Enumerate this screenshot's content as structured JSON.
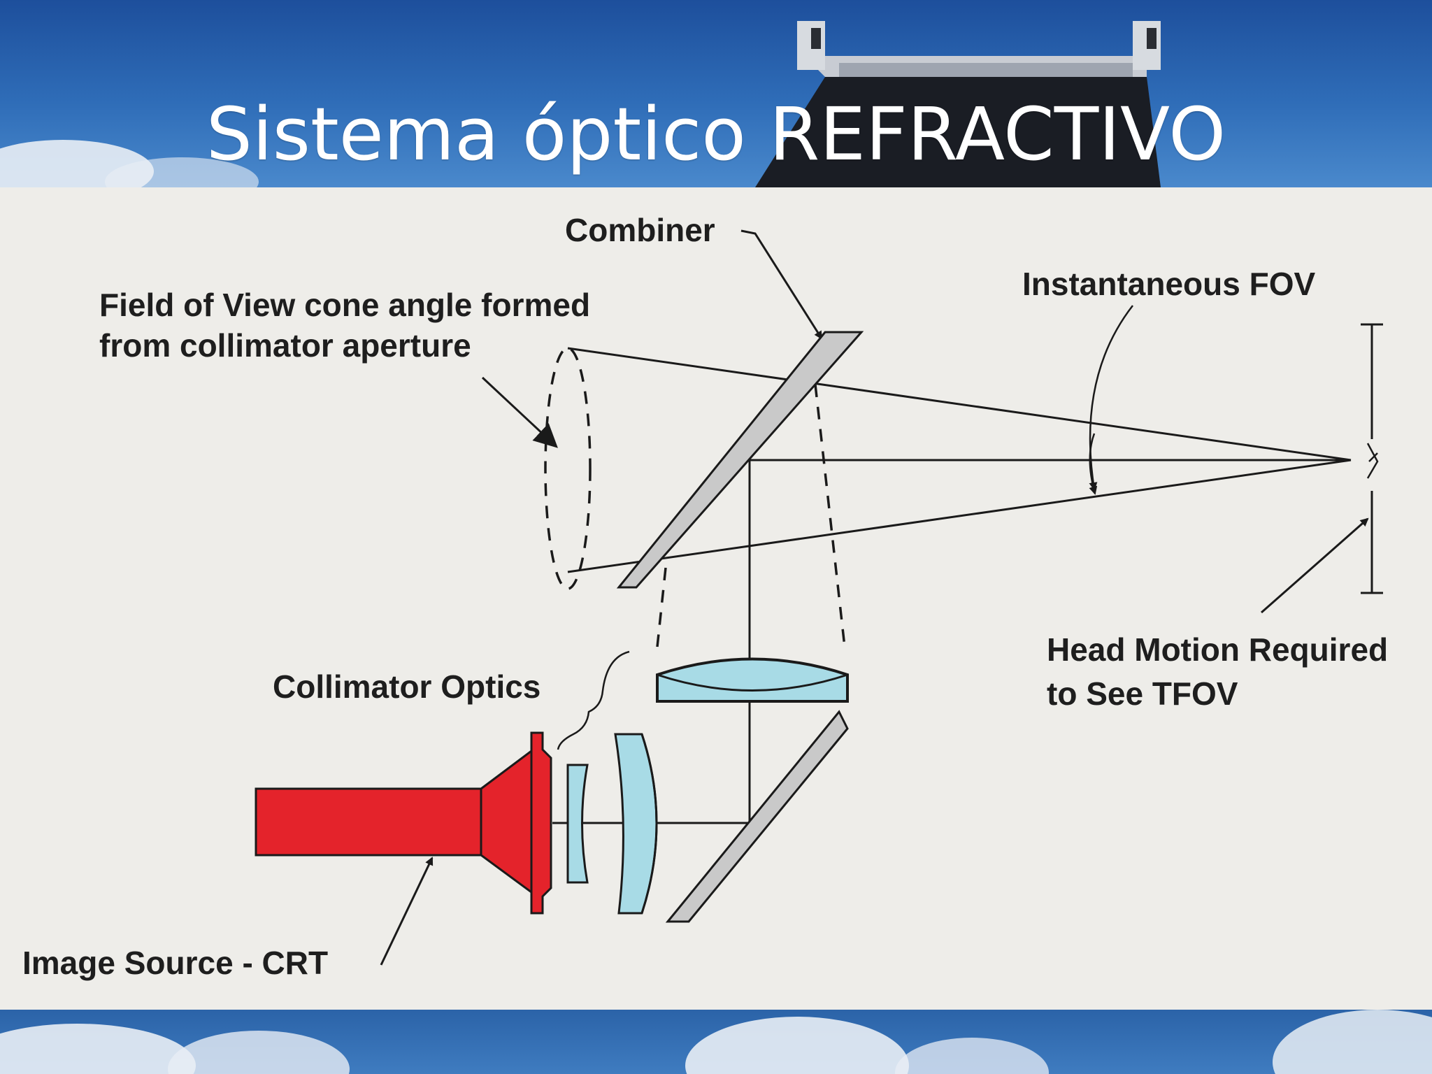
{
  "slide": {
    "title": "Sistema óptico REFRACTIVO"
  },
  "diagram": {
    "labels": {
      "combiner": "Combiner",
      "fov_cone_line1": "Field of View cone angle formed",
      "fov_cone_line2": "from collimator aperture",
      "instantaneous_fov": "Instantaneous FOV",
      "collimator_optics": "Collimator Optics",
      "head_motion_line1": "Head Motion Required",
      "head_motion_line2": "to See TFOV",
      "image_source": "Image Source - CRT"
    },
    "colors": {
      "crt": "#e4232b",
      "lens": "#a8dbe6",
      "glass": "#c9c9c9",
      "line": "#1a1a1a",
      "panel": "#eeede9",
      "sky": "#2f6db8"
    }
  }
}
